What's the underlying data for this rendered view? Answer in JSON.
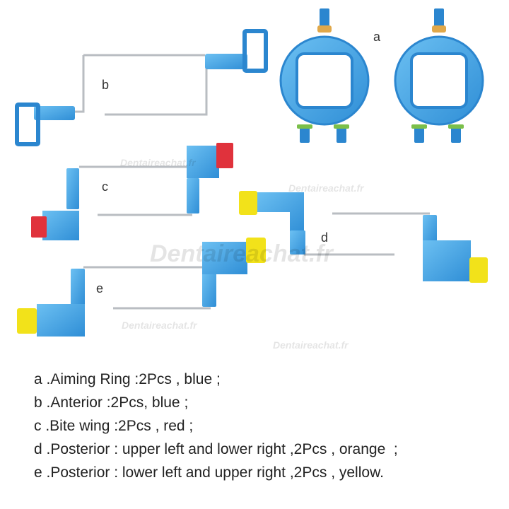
{
  "labels": {
    "a": "a",
    "b": "b",
    "c": "c",
    "d": "d",
    "e": "e"
  },
  "watermark": "Dentaireachat.fr",
  "colors": {
    "blue": "#4aa8e8",
    "blue_dark": "#2b86cf",
    "red": "#e0323c",
    "yellow": "#f2e21a",
    "rod": "#c9ccd0"
  },
  "legend": [
    "a .Aiming Ring :2Pcs , blue ;",
    "b .Anterior :2Pcs, blue ;",
    "c .Bite wing :2Pcs , red ;",
    "d .Posterior : upper left and lower right ,2Pcs , orange  ;",
    "e .Posterior : lower left and upper right ,2Pcs , yellow."
  ]
}
